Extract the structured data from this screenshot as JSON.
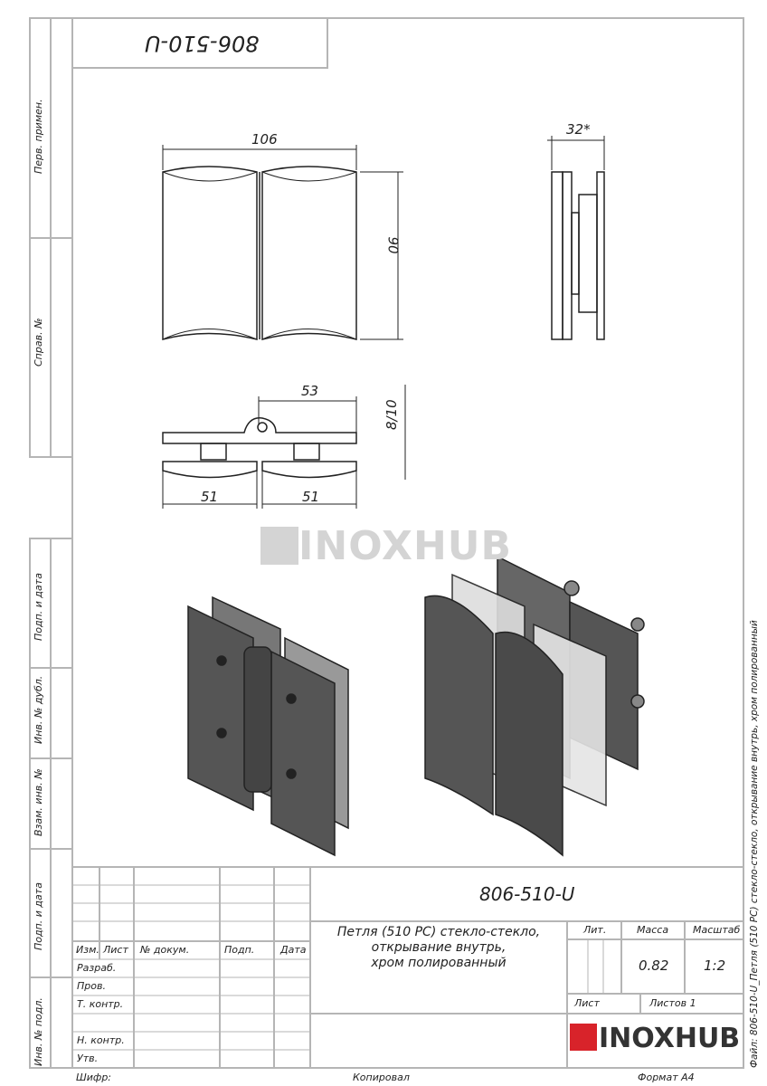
{
  "drawing_code": "806-510-U",
  "side_labels": [
    "Перв. примен.",
    "Справ. №",
    "Подп. и дата",
    "Инв. № дубл.",
    "Взам. инв. №",
    "Подп. и дата",
    "Инв. № подл."
  ],
  "file_label": "Файл: 806-510-U_Петля (510 PC) стекло-стекло, открывание внутрь, хром полированный",
  "dimensions": {
    "width": "106",
    "height": "90",
    "depth": "32*",
    "half": "53",
    "thickness": "8/10",
    "left": "51",
    "right": "51"
  },
  "watermark": "INOXHUB",
  "title_block": {
    "headers": [
      "Изм.",
      "Лист",
      "№ докум.",
      "Подп.",
      "Дата"
    ],
    "roles": [
      "Разраб.",
      "Пров.",
      "Т. контр.",
      "Н. контр.",
      "Утв."
    ],
    "code": "806-510-U",
    "name_lines": [
      "Петля (510 PC) стекло-стекло,",
      "открывание внутрь,",
      "хром полированный"
    ],
    "lit_label": "Лит.",
    "mass_label": "Масса",
    "scale_label": "Масштаб",
    "mass": "0.82",
    "scale": "1:2",
    "sheet_label": "Лист",
    "sheets_label": "Листов 1",
    "logo": "INOXHUB"
  },
  "footer": {
    "cipher": "Шифр:",
    "copied": "Копировал",
    "format": "Формат А4"
  },
  "colors": {
    "logo_red": "#d8232a",
    "line": "#b8b8b8"
  }
}
